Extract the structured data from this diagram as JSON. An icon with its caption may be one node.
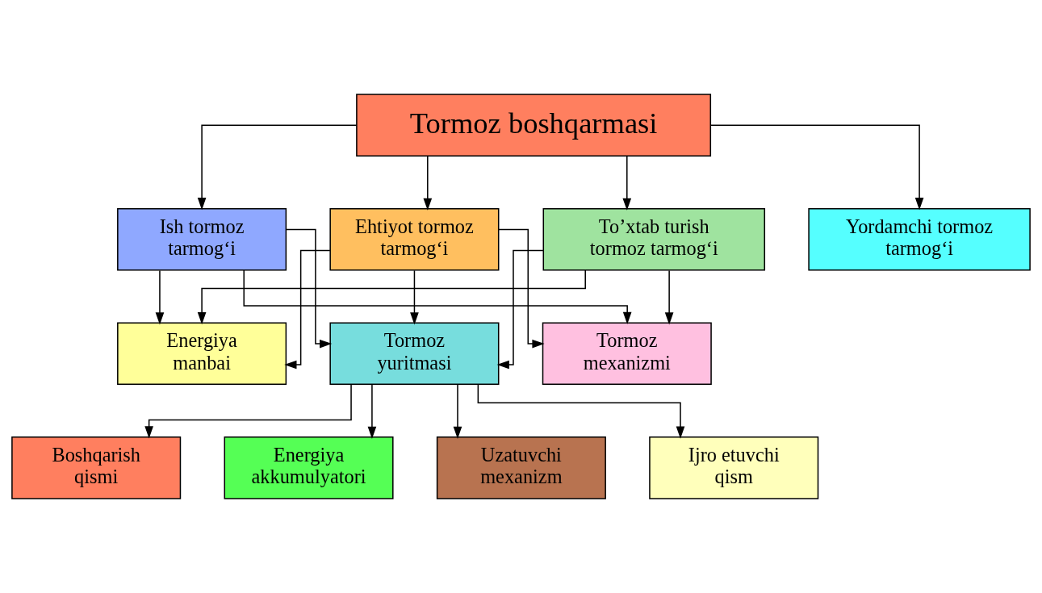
{
  "diagram": {
    "nodes": [
      {
        "text": [
          "Tormoz boshqarmasi"
        ]
      },
      {
        "text": [
          "Ish tormoz tarmog‘i"
        ]
      },
      {
        "text": [
          "Ehtiyot tormoz tarmog‘i"
        ]
      },
      {
        "text": [
          "To’xtab turish tormoz tarmog‘i"
        ]
      },
      {
        "text": [
          "Yordamchi tormoz tarmog‘i"
        ]
      },
      {
        "text": [
          "Energiya manbai"
        ]
      },
      {
        "text": [
          "Tormoz yuritmasi"
        ]
      },
      {
        "text": [
          "Tormoz mexanizmi"
        ]
      },
      {
        "text": [
          "Boshqarish qismi"
        ]
      },
      {
        "text": [
          "Energiya akkumulyatori"
        ]
      },
      {
        "text": [
          "Uzatuvchi mexanizm"
        ]
      },
      {
        "text": [
          "Ijro etuvchi qism"
        ]
      }
    ],
    "edges": [
      {
        "from": 0,
        "to": 1,
        "arrow": "to"
      },
      {
        "from": 0,
        "to": 2,
        "arrow": "to"
      },
      {
        "from": 0,
        "to": 3,
        "arrow": "to"
      },
      {
        "from": 0,
        "to": 4,
        "arrow": "to"
      },
      {
        "from": 1,
        "to": 5,
        "arrow": "to"
      },
      {
        "from": 1,
        "to": 6,
        "arrow": "to"
      },
      {
        "from": 1,
        "to": 7,
        "arrow": "to"
      },
      {
        "from": 2,
        "to": 5,
        "arrow": "to"
      },
      {
        "from": 2,
        "to": 6,
        "arrow": "to"
      },
      {
        "from": 2,
        "to": 7,
        "arrow": "to"
      },
      {
        "from": 3,
        "to": 5,
        "arrow": "to"
      },
      {
        "from": 3,
        "to": 6,
        "arrow": "to"
      },
      {
        "from": 3,
        "to": 7,
        "arrow": "to"
      },
      {
        "from": 6,
        "to": 8,
        "arrow": "to"
      },
      {
        "from": 6,
        "to": 9,
        "arrow": "to"
      },
      {
        "from": 6,
        "to": 10,
        "arrow": "to"
      },
      {
        "from": 6,
        "to": 11,
        "arrow": "to"
      }
    ]
  }
}
